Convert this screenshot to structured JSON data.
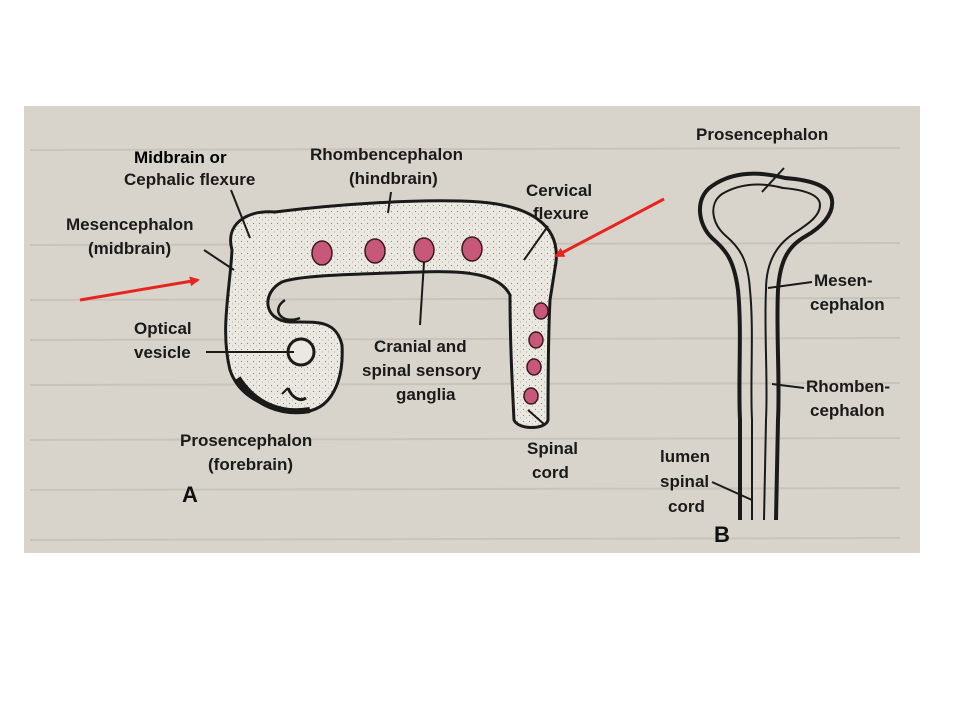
{
  "overlay": {
    "added_label": "Midbrain  or"
  },
  "panel_a": {
    "letter": "A",
    "labels": {
      "cephalic_flexure": "Cephalic flexure",
      "rhombencephalon_1": "Rhombencephalon",
      "rhombencephalon_2": "(hindbrain)",
      "mesencephalon_1": "Mesencephalon",
      "mesencephalon_2": "(midbrain)",
      "cervical_1": "Cervical",
      "cervical_2": "flexure",
      "optical_1": "Optical",
      "optical_2": "vesicle",
      "cranial_1": "Cranial and",
      "cranial_2": "spinal sensory",
      "cranial_3": "ganglia",
      "prosencephalon_1": "Prosencephalon",
      "prosencephalon_2": "(forebrain)",
      "spinal_1": "Spinal",
      "spinal_2": "cord"
    }
  },
  "panel_b": {
    "letter": "B",
    "labels": {
      "prosencephalon": "Prosencephalon",
      "mesen_1": "Mesen-",
      "mesen_2": "cephalon",
      "rhomben_1": "Rhomben-",
      "rhomben_2": "cephalon",
      "lumen_1": "lumen",
      "lumen_2": "spinal",
      "lumen_3": "cord"
    }
  },
  "colors": {
    "paper": "#d8d4cb",
    "embryo_fill": "#ebe8e1",
    "ganglion": "#c8587a",
    "outline": "#1a1a1a",
    "arrow": "#e8241e"
  }
}
